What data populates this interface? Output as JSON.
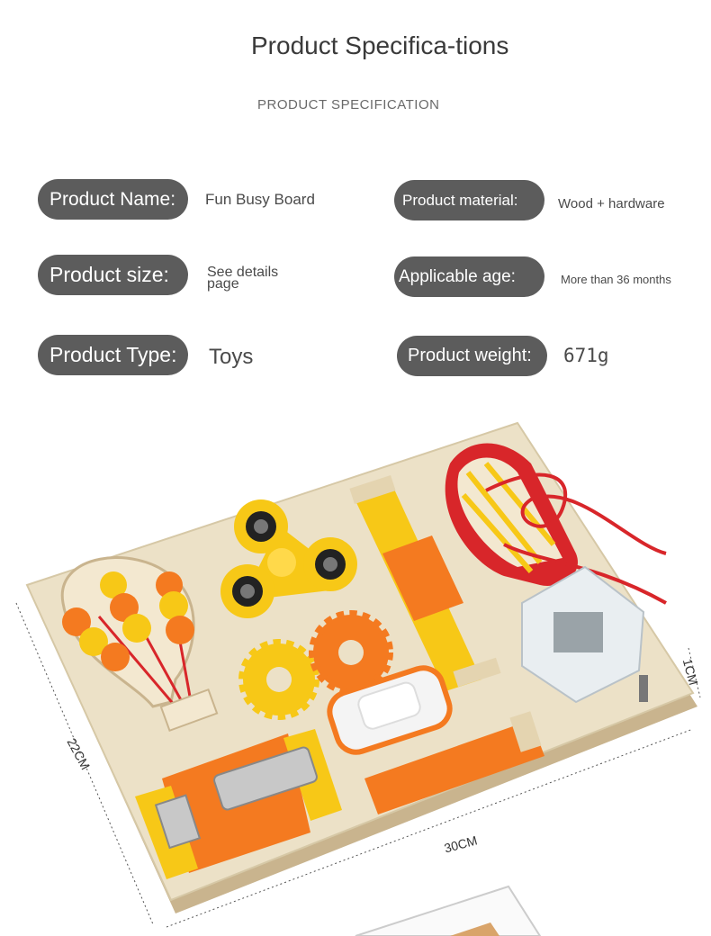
{
  "header": {
    "title": "Product Specifica-tions",
    "subtitle": "PRODUCT SPECIFICATION"
  },
  "specs": {
    "name": {
      "label": "Product Name:",
      "value": "Fun Busy Board"
    },
    "material": {
      "label": "Product material:",
      "value": "Wood + hardware"
    },
    "size": {
      "label": "Product size:",
      "value": "See details page"
    },
    "age": {
      "label": "Applicable age:",
      "value": "More than 36 months"
    },
    "type": {
      "label": "Product Type:",
      "value": "Toys"
    },
    "weight": {
      "label": "Product weight:",
      "value": "671g"
    }
  },
  "dimensions": {
    "width": "30CM",
    "depth": "22CM",
    "thickness": "1CM"
  },
  "colors": {
    "pill": "#5c5c5c",
    "wood": "#e8dcc0",
    "orange": "#f47a20",
    "yellow": "#f7c817",
    "red": "#d8262a"
  }
}
